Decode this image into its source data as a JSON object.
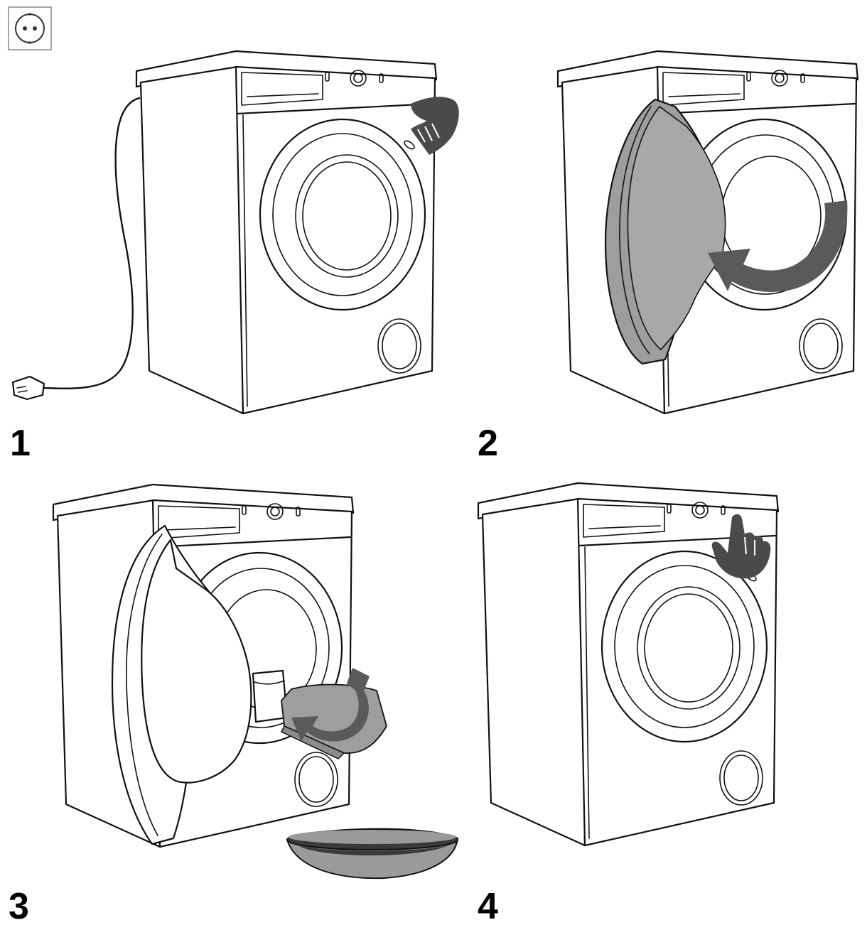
{
  "steps": [
    {
      "number": "1"
    },
    {
      "number": "2"
    },
    {
      "number": "3"
    },
    {
      "number": "4"
    }
  ],
  "colors": {
    "line": "#111111",
    "shade": "#9e9e9e",
    "dark": "#5a5a5a",
    "hand": "#4a4a4a"
  },
  "icons": [
    "power-socket-icon",
    "power-plug-icon",
    "hand-press-icon",
    "rotate-arrow-icon",
    "drain-bowl-icon",
    "hand-point-icon"
  ]
}
